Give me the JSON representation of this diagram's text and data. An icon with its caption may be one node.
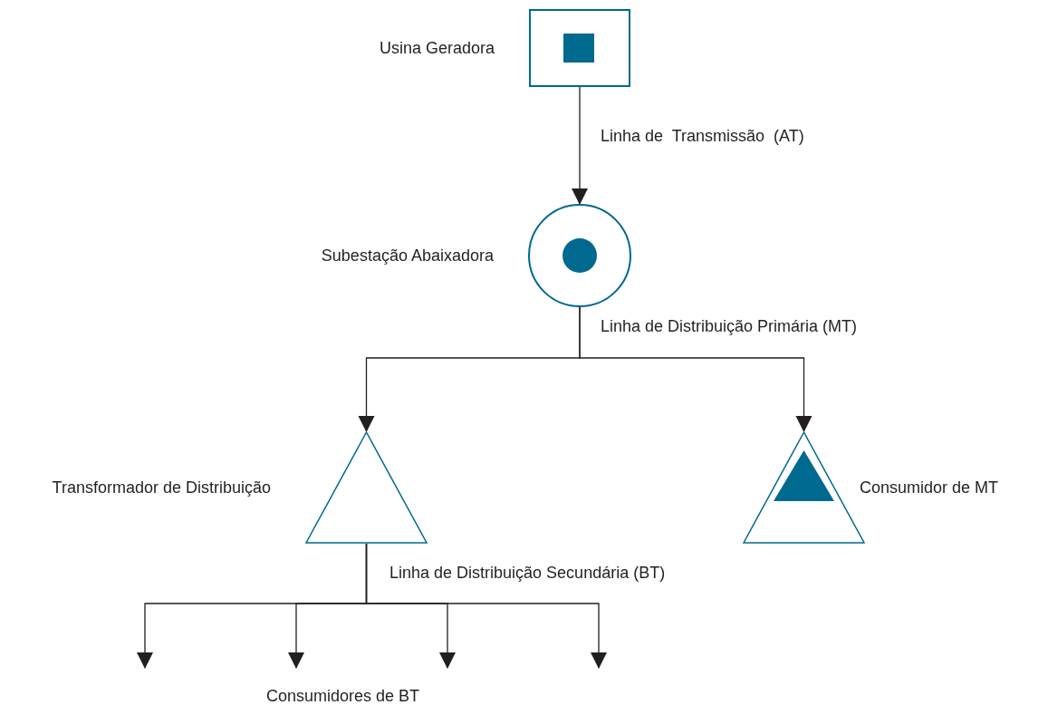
{
  "diagram": {
    "nodes": [
      {
        "text": [
          "Usina Geradora"
        ]
      },
      {
        "text": [
          "Subestação Abaixadora"
        ]
      },
      {
        "text": [
          "Transformador de Distribuição"
        ]
      },
      {
        "text": [
          "Consumidor de MT"
        ]
      }
    ],
    "edges": [
      {
        "from": 0,
        "to": 1,
        "arrow": "to",
        "label": "Linha de  Transmissão  (AT)"
      },
      {
        "from": 1,
        "to": 2,
        "arrow": "to",
        "label": "Linha de Distribuição Primária (MT)"
      },
      {
        "from": 1,
        "to": 3,
        "arrow": "to"
      },
      {
        "from": 2,
        "to": null,
        "arrow": "to",
        "label": "Linha de Distribuição Secundária (BT)"
      },
      {
        "from": 2,
        "to": null,
        "arrow": "to"
      },
      {
        "from": 2,
        "to": null,
        "arrow": "to"
      },
      {
        "from": 2,
        "to": null,
        "arrow": "to"
      }
    ],
    "labels": [
      "Consumidores de BT"
    ]
  }
}
